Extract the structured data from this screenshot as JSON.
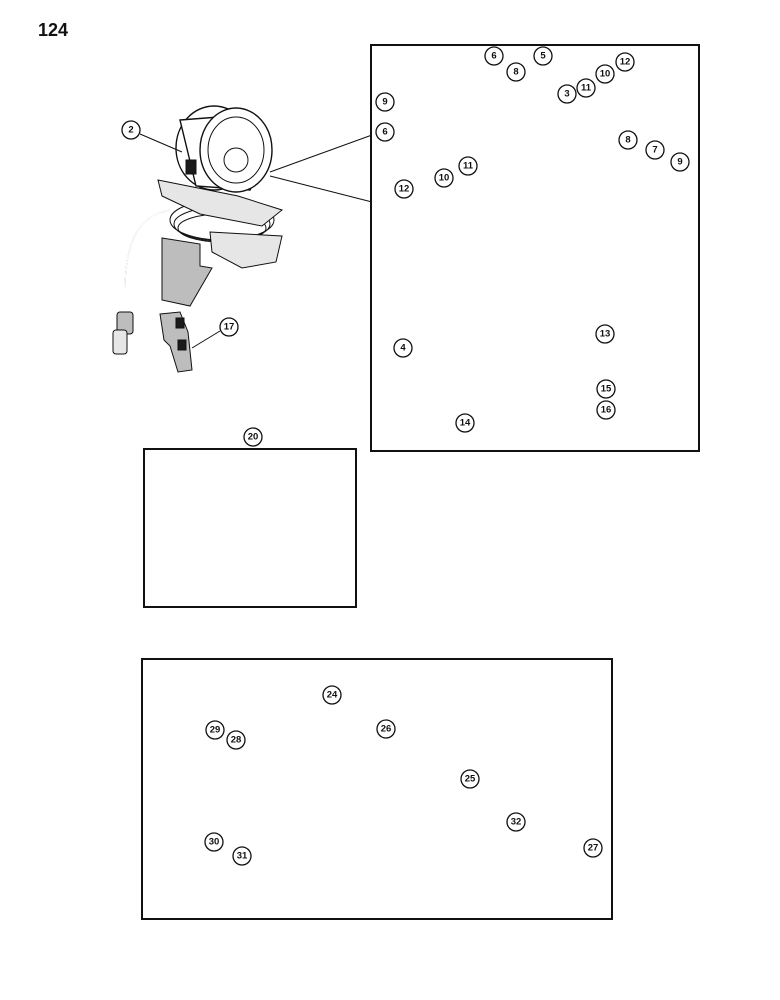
{
  "page": {
    "number": "124"
  },
  "callouts": {
    "lamp_assembly": [
      "2",
      "17"
    ],
    "lamp_exploded": [
      "9",
      "6",
      "8",
      "5",
      "3",
      "11",
      "10",
      "12",
      "6",
      "11",
      "10",
      "12",
      "8",
      "7",
      "9",
      "13",
      "4",
      "15",
      "16",
      "14"
    ],
    "plug": [
      "20"
    ],
    "socket": [
      "29",
      "28",
      "24",
      "26",
      "25",
      "32",
      "27",
      "30",
      "31"
    ]
  },
  "colors": {
    "ink": "#111111",
    "paper": "#ffffff",
    "shade": "#bdbdbd"
  }
}
